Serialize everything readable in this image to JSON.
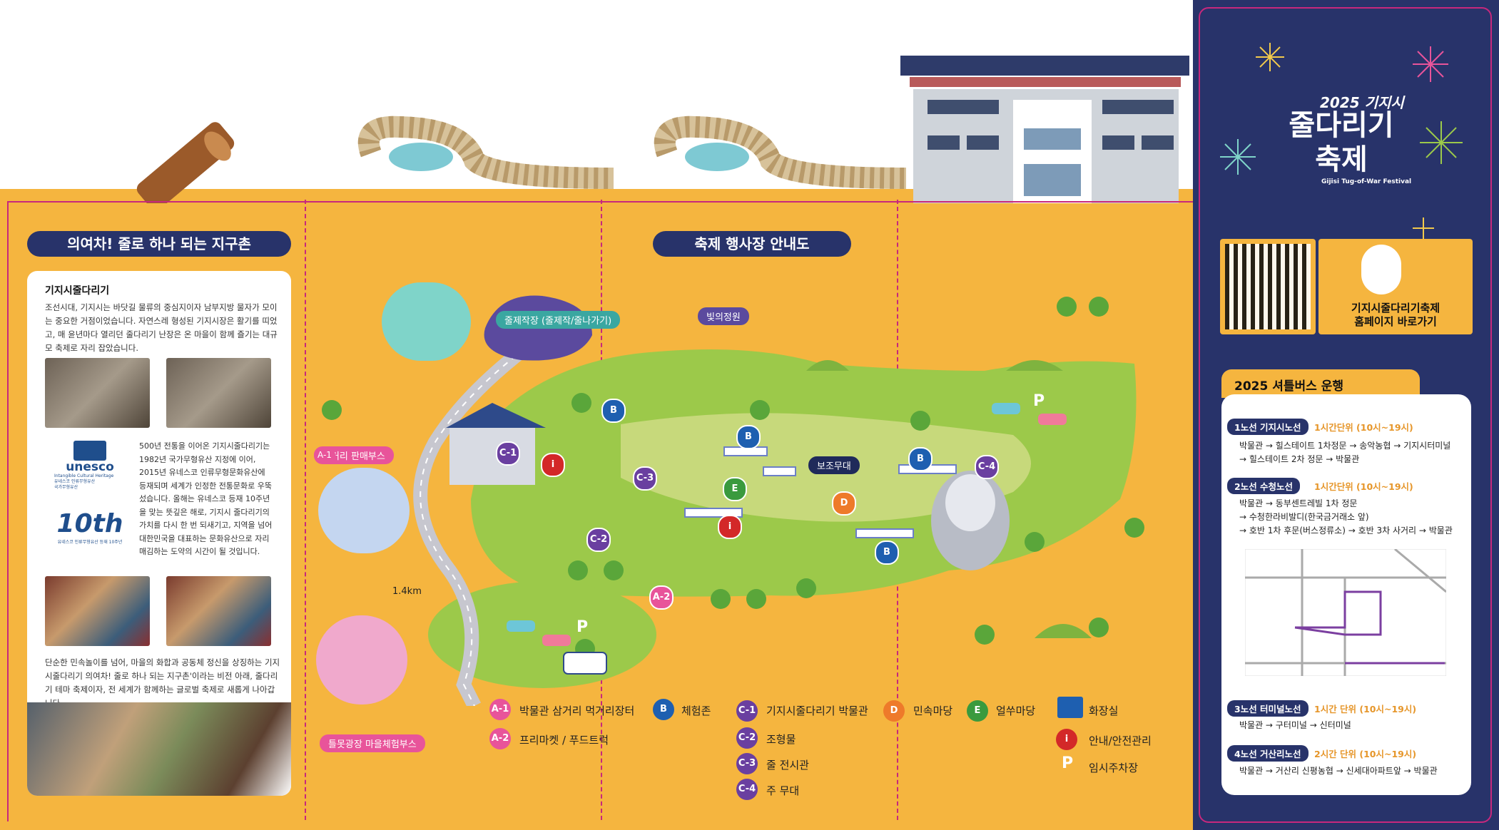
{
  "left": {
    "section_title": "의여차! 줄로 하나 되는 지구촌",
    "heading": "기지시줄다리기",
    "intro": "조선시대, 기지시는 바닷길 물류의 중심지이자 남부지방 물자가 모이는 중요한 거점이었습니다. 자연스레 형성된 기지시장은 활기를 띠었고, 매 윤년마다 열리던 줄다리기 난장은 온 마을이 함께 즐기는 대규모 축제로 자리 잡았습니다.",
    "unesco_text": "500년 전통을 이어온 기지시줄다리기는 1982년 국가무형유산 지정에 이어, 2015년 유네스코 인류무형문화유산에 등재되며 세계가 인정한 전통문화로 우뚝 섰습니다. 올해는 유네스코 등재 10주년을 맞는 뜻깊은 해로, 기지시 줄다리기의 가치를 다시 한 번 되새기고, 지역을 넘어 대한민국을 대표하는 문화유산으로 자리매김하는 도약의 시간이 될 것입니다.",
    "unesco_logo": "unesco",
    "unesco_sub": "Intangible Cultural Heritage",
    "unesco_sub2": "유네스코 인류무형유산",
    "unesco_sub3": "국가무형유산",
    "tenth_logo": "10th",
    "tenth_sub": "유네스코 인류무형유산 등재 10주년",
    "outro": "단순한 민속놀이를 넘어, 마을의 화합과 공동체 정신을 상징하는 기지시줄다리기 의여차! 줄로 하나 되는 지구촌'이라는 비전 아래, 줄다리기 테마 축제이자, 전 세계가 함께하는 글로벌 축제로 새롭게 나아갑니다."
  },
  "map": {
    "section_title": "축제 행사장 안내도",
    "labels": {
      "rope_making": "줄제작장 (줄제작/줄나가기)",
      "light_garden": "빛의정원",
      "food_booth": "먹거리 판매부스",
      "sub_stage": "보조무대",
      "village_booth": "틀못광장 마을체험부스",
      "distance": "1.4km",
      "parking": "P"
    },
    "badges": {
      "A1": "A-1",
      "A2": "A-2",
      "B": "B",
      "C1": "C-1",
      "C2": "C-2",
      "C3": "C-3",
      "C4": "C-4",
      "D": "D",
      "E": "E",
      "info": "i"
    }
  },
  "legend": [
    {
      "code": "A-1",
      "label": "박물관 삼거리 먹거리장터",
      "color": "#e8549a"
    },
    {
      "code": "A-2",
      "label": "프리마켓 / 푸드트럭",
      "color": "#e8549a"
    },
    {
      "code": "B",
      "label": "체험존",
      "color": "#1e5fb0"
    },
    {
      "code": "C-1",
      "label": "기지시줄다리기 박물관",
      "color": "#6a3fa0"
    },
    {
      "code": "C-2",
      "label": "조형물",
      "color": "#6a3fa0"
    },
    {
      "code": "C-3",
      "label": "줄 전시관",
      "color": "#6a3fa0"
    },
    {
      "code": "C-4",
      "label": "주 무대",
      "color": "#6a3fa0"
    },
    {
      "code": "D",
      "label": "민속마당",
      "color": "#ee7a2a"
    },
    {
      "code": "E",
      "label": "얼쑤마당",
      "color": "#3a9a3e"
    },
    {
      "code": "restroom",
      "label": "화장실",
      "color": "#1e5fb0"
    },
    {
      "code": "i",
      "label": "안내/안전관리",
      "color": "#d32828"
    },
    {
      "code": "P",
      "label": "임시주차장",
      "color": "#ffffff"
    }
  ],
  "right": {
    "festival_year": "2025 기지시",
    "festival_name": "줄다리기 축제",
    "festival_en": "Gijisi Tug-of-War Festival",
    "homepage_line1": "기지시줄다리기축제",
    "homepage_line2": "홈페이지 바로가기",
    "shuttle_title": "2025 셔틀버스 운행",
    "routes": [
      {
        "name": "1노선 기지시노선",
        "time": "1시간단위 (10시~19시)",
        "stops": [
          "박물관 → 힐스테이트 1차정문 → 송악농협 → 기지시터미널",
          "→ 힐스테이트 2차 정문 → 박물관"
        ]
      },
      {
        "name": "2노선 수청노선",
        "time": "1시간단위 (10시~19시)",
        "stops": [
          "박물관 → 동부센트레빌 1차 정문",
          "→ 수청한라비발디(한국금거래소 앞)",
          "→ 호반 1차 후문(버스정류소) → 호반 3차 사거리 → 박물관"
        ]
      },
      {
        "name": "3노선 터미널노선",
        "time": "1시간 단위 (10시~19시)",
        "stops": [
          "박물관 → 구터미널 → 신터미널"
        ]
      },
      {
        "name": "4노선 거산리노선",
        "time": "2시간 단위 (10시~19시)",
        "stops": [
          "박물관 → 거산리 신평농협 → 신세대아파트앞 → 박물관"
        ]
      }
    ]
  },
  "colors": {
    "navy": "#28336a",
    "orange_bg": "#f5b53f",
    "green_park": "#9cc94a",
    "magenta": "#c7287d"
  }
}
